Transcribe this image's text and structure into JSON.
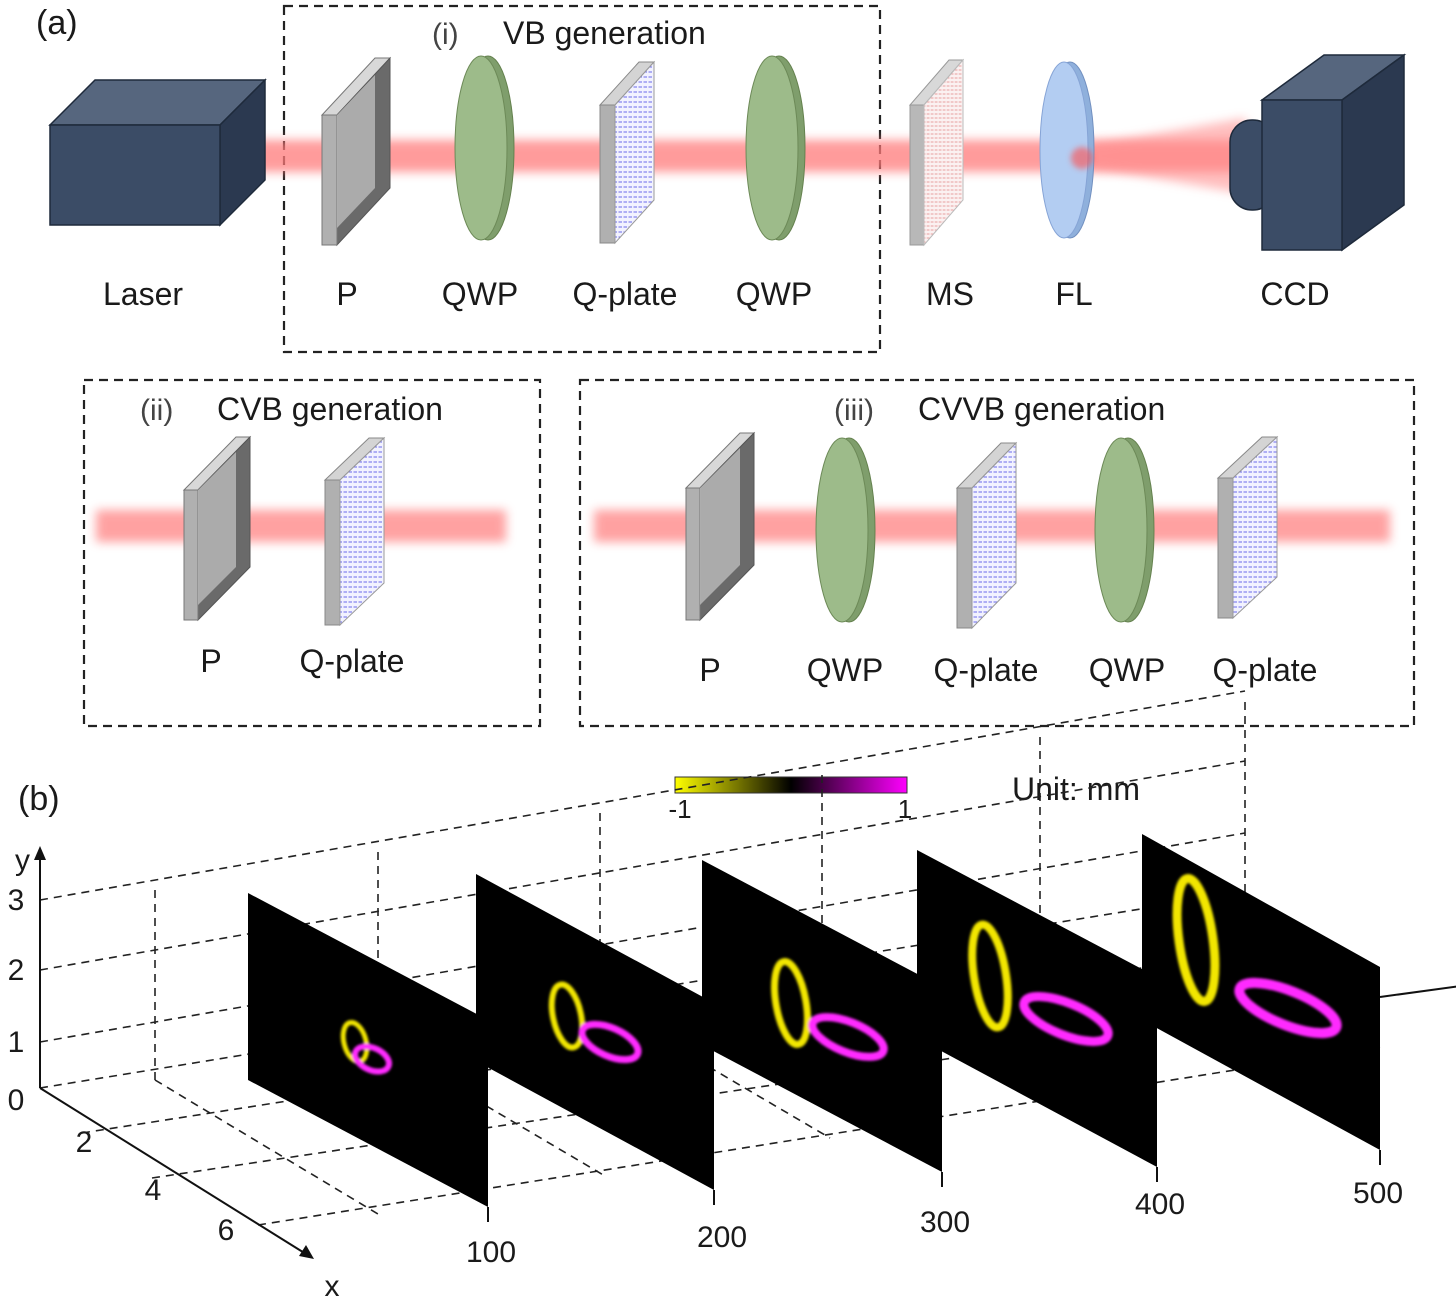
{
  "panel_a": {
    "label": "(a)",
    "top_components": [
      "Laser",
      "P",
      "QWP",
      "Q-plate",
      "QWP",
      "MS",
      "FL",
      "CCD"
    ],
    "group_i": {
      "roman": "(i)",
      "title": "VB generation"
    },
    "group_ii": {
      "roman": "(ii)",
      "title": "CVB generation",
      "components": [
        "P",
        "Q-plate"
      ]
    },
    "group_iii": {
      "roman": "(iii)",
      "title": "CVVB generation",
      "components": [
        "P",
        "QWP",
        "Q-plate",
        "QWP",
        "Q-plate"
      ]
    }
  },
  "panel_b": {
    "label": "(b)",
    "unit_text": "Unit: mm",
    "colorbar": {
      "min_label": "-1",
      "max_label": "1",
      "colors": [
        "#ffff00",
        "#000000",
        "#ff00ff"
      ]
    },
    "axis_y": {
      "label": "y",
      "ticks": [
        "0",
        "1",
        "2",
        "3"
      ]
    },
    "axis_x": {
      "label": "x",
      "ticks": [
        "2",
        "4",
        "6"
      ]
    },
    "axis_z": {
      "ticks": [
        "100",
        "200",
        "300",
        "400",
        "500"
      ]
    }
  },
  "colors": {
    "beam": "#ff6b6b",
    "box_dark": "#34455e",
    "qwp_green": "#94b582",
    "fl_blue": "#a9c6ee",
    "polarizer_gray": "#b8b8b8",
    "qplate_lines": "#4a4ae0"
  }
}
